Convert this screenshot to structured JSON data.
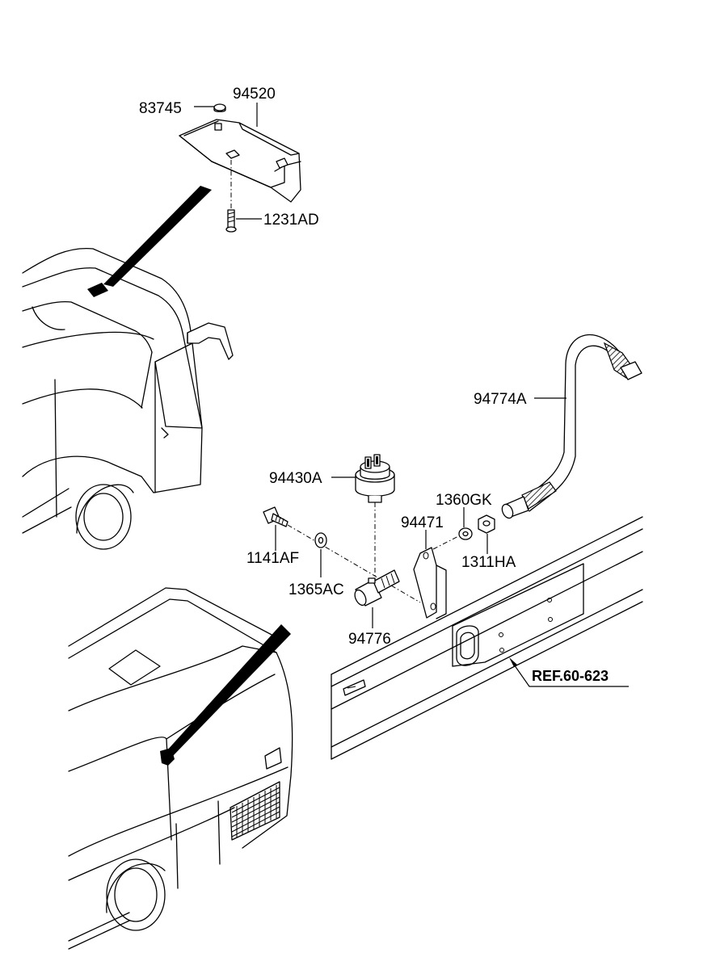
{
  "parts": {
    "p83745": "83745",
    "p94520": "94520",
    "p1231AD": "1231AD",
    "p94774A": "94774A",
    "p94430A": "94430A",
    "p1360GK": "1360GK",
    "p94471": "94471",
    "p1141AF": "1141AF",
    "p1311HA": "1311HA",
    "p1365AC": "1365AC",
    "p94776": "94776"
  },
  "reference": "REF.60-623"
}
